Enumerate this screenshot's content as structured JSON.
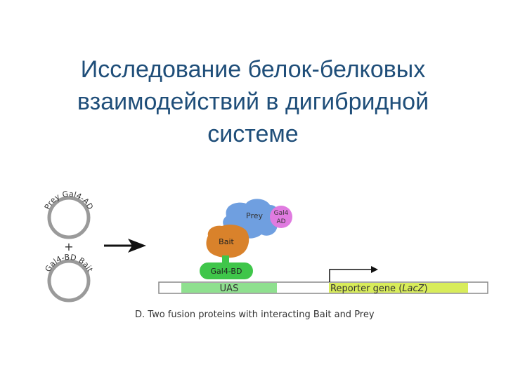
{
  "slide": {
    "title_lines": [
      "Исследование белок-белковых",
      "взаимодействий в дигибридной",
      "системе"
    ]
  },
  "diagram": {
    "plasmid_prey_label": "Prey Gal4-AD",
    "plasmid_bait_label": "Gal4-BD Bait",
    "plus_sign": "+",
    "prey_label": "Prey",
    "gal4_ad_line1": "Gal4",
    "gal4_ad_line2": "AD",
    "bait_label": "Bait",
    "gal4_bd_label": "Gal4-BD",
    "uas_label": "UAS",
    "reporter_label_prefix": "Reporter gene (",
    "reporter_label_gene": "LacZ",
    "reporter_label_suffix": ")",
    "caption": "D. Two fusion proteins with interacting Bait and Prey",
    "colors": {
      "prey": "#6f9fe0",
      "gal4_ad": "#e07be0",
      "bait": "#d9822b",
      "gal4_bd": "#3fc64a",
      "uas": "#8fe08f",
      "reporter": "#d8ec5a",
      "title": "#1f4e79"
    }
  }
}
